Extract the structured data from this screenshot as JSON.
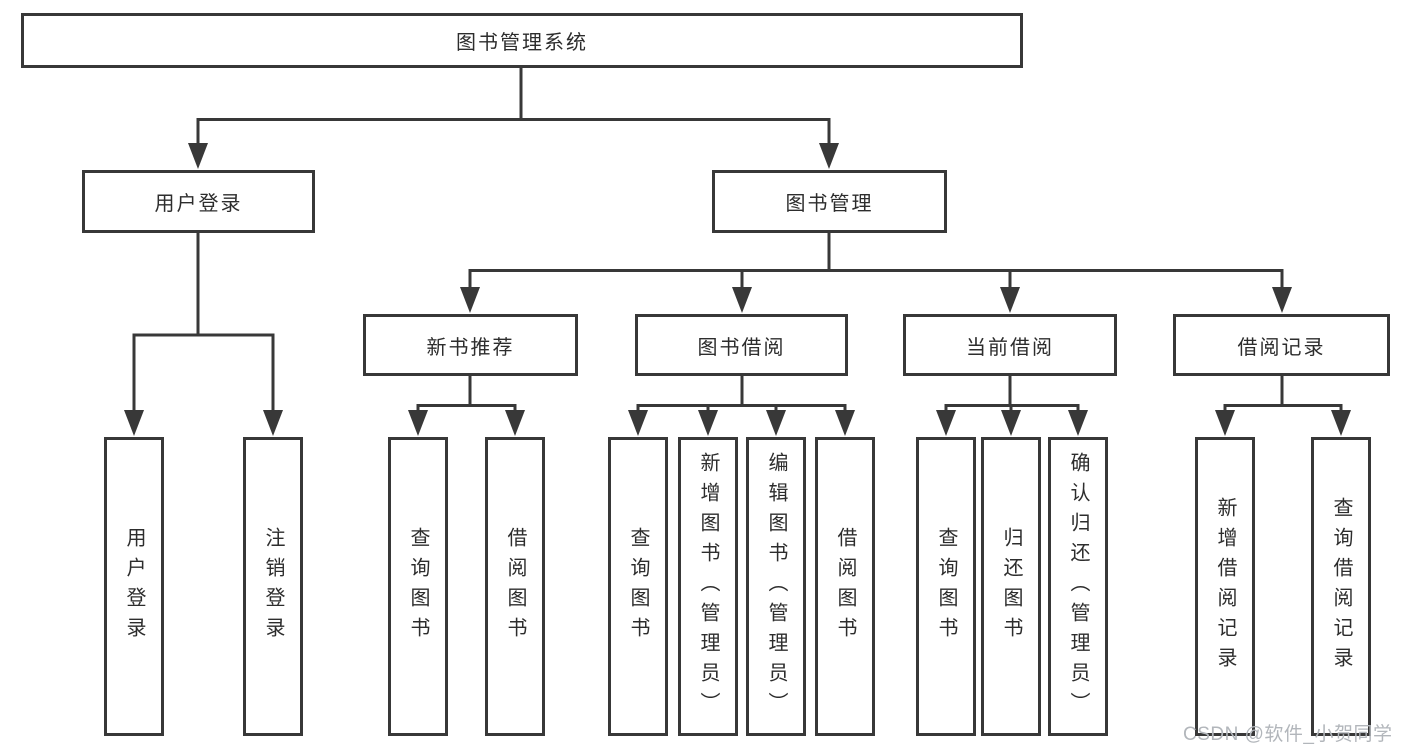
{
  "tree": {
    "label": "图书管理系统",
    "children": [
      {
        "label": "用户登录",
        "children": [
          {
            "label": "用户登录"
          },
          {
            "label": "注销登录"
          }
        ]
      },
      {
        "label": "图书管理",
        "children": [
          {
            "label": "新书推荐",
            "children": [
              {
                "label": "查询图书"
              },
              {
                "label": "借阅图书"
              }
            ]
          },
          {
            "label": "图书借阅",
            "children": [
              {
                "label": "查询图书"
              },
              {
                "label": "新增图书（管理员）"
              },
              {
                "label": "编辑图书（管理员）"
              },
              {
                "label": "借阅图书"
              }
            ]
          },
          {
            "label": "当前借阅",
            "children": [
              {
                "label": "查询图书"
              },
              {
                "label": "归还图书"
              },
              {
                "label": "确认归还（管理员）"
              }
            ]
          },
          {
            "label": "借阅记录",
            "children": [
              {
                "label": "新增借阅记录"
              },
              {
                "label": "查询借阅记录"
              }
            ]
          }
        ]
      }
    ]
  },
  "watermark": "CSDN @软件_小贺同学",
  "colors": {
    "line": "#383838",
    "text": "#2d2d2d",
    "watermark": "#b2b6bb"
  }
}
